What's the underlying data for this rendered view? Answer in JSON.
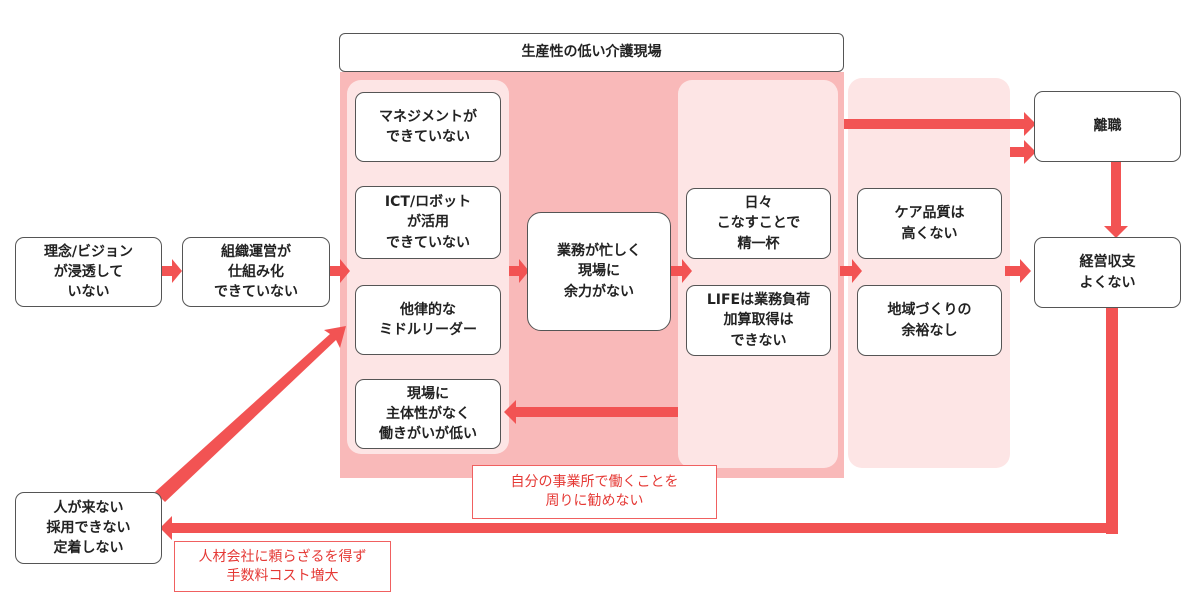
{
  "header": {
    "title": "生産性の低い介護現場"
  },
  "boxes": {
    "vision": "理念/ビジョン\nが浸透して\nいない",
    "org": "組織運営が\n仕組み化\nできていない",
    "mgmt": "マネジメントが\nできていない",
    "ict": "ICT/ロボット\nが活用\nできていない",
    "leader": "他律的な\nミドルリーダー",
    "subject": "現場に\n主体性がなく\n働きがいが低い",
    "busy": "業務が忙しく\n現場に\n余力がない",
    "daily": "日々\nこなすことで\n精一杯",
    "life": "LIFEは業務負荷\n加算取得は\nできない",
    "care": "ケア品質は\n高くない",
    "community": "地域づくりの\n余裕なし",
    "turnover": "離職",
    "finance": "経営収支\nよくない",
    "hiring": "人が来ない\n採用できない\n定着しない"
  },
  "notes": {
    "recommend": "自分の事業所で働くことを\n周りに勧めない",
    "agency": "人材会社に頼らざるを得ず\n手数料コスト増大"
  },
  "colors": {
    "arrow": "#f25353",
    "panel_main": "#f9b9b9",
    "panel_light": "#fde5e5",
    "border": "#555555",
    "note_text": "#e53935"
  }
}
